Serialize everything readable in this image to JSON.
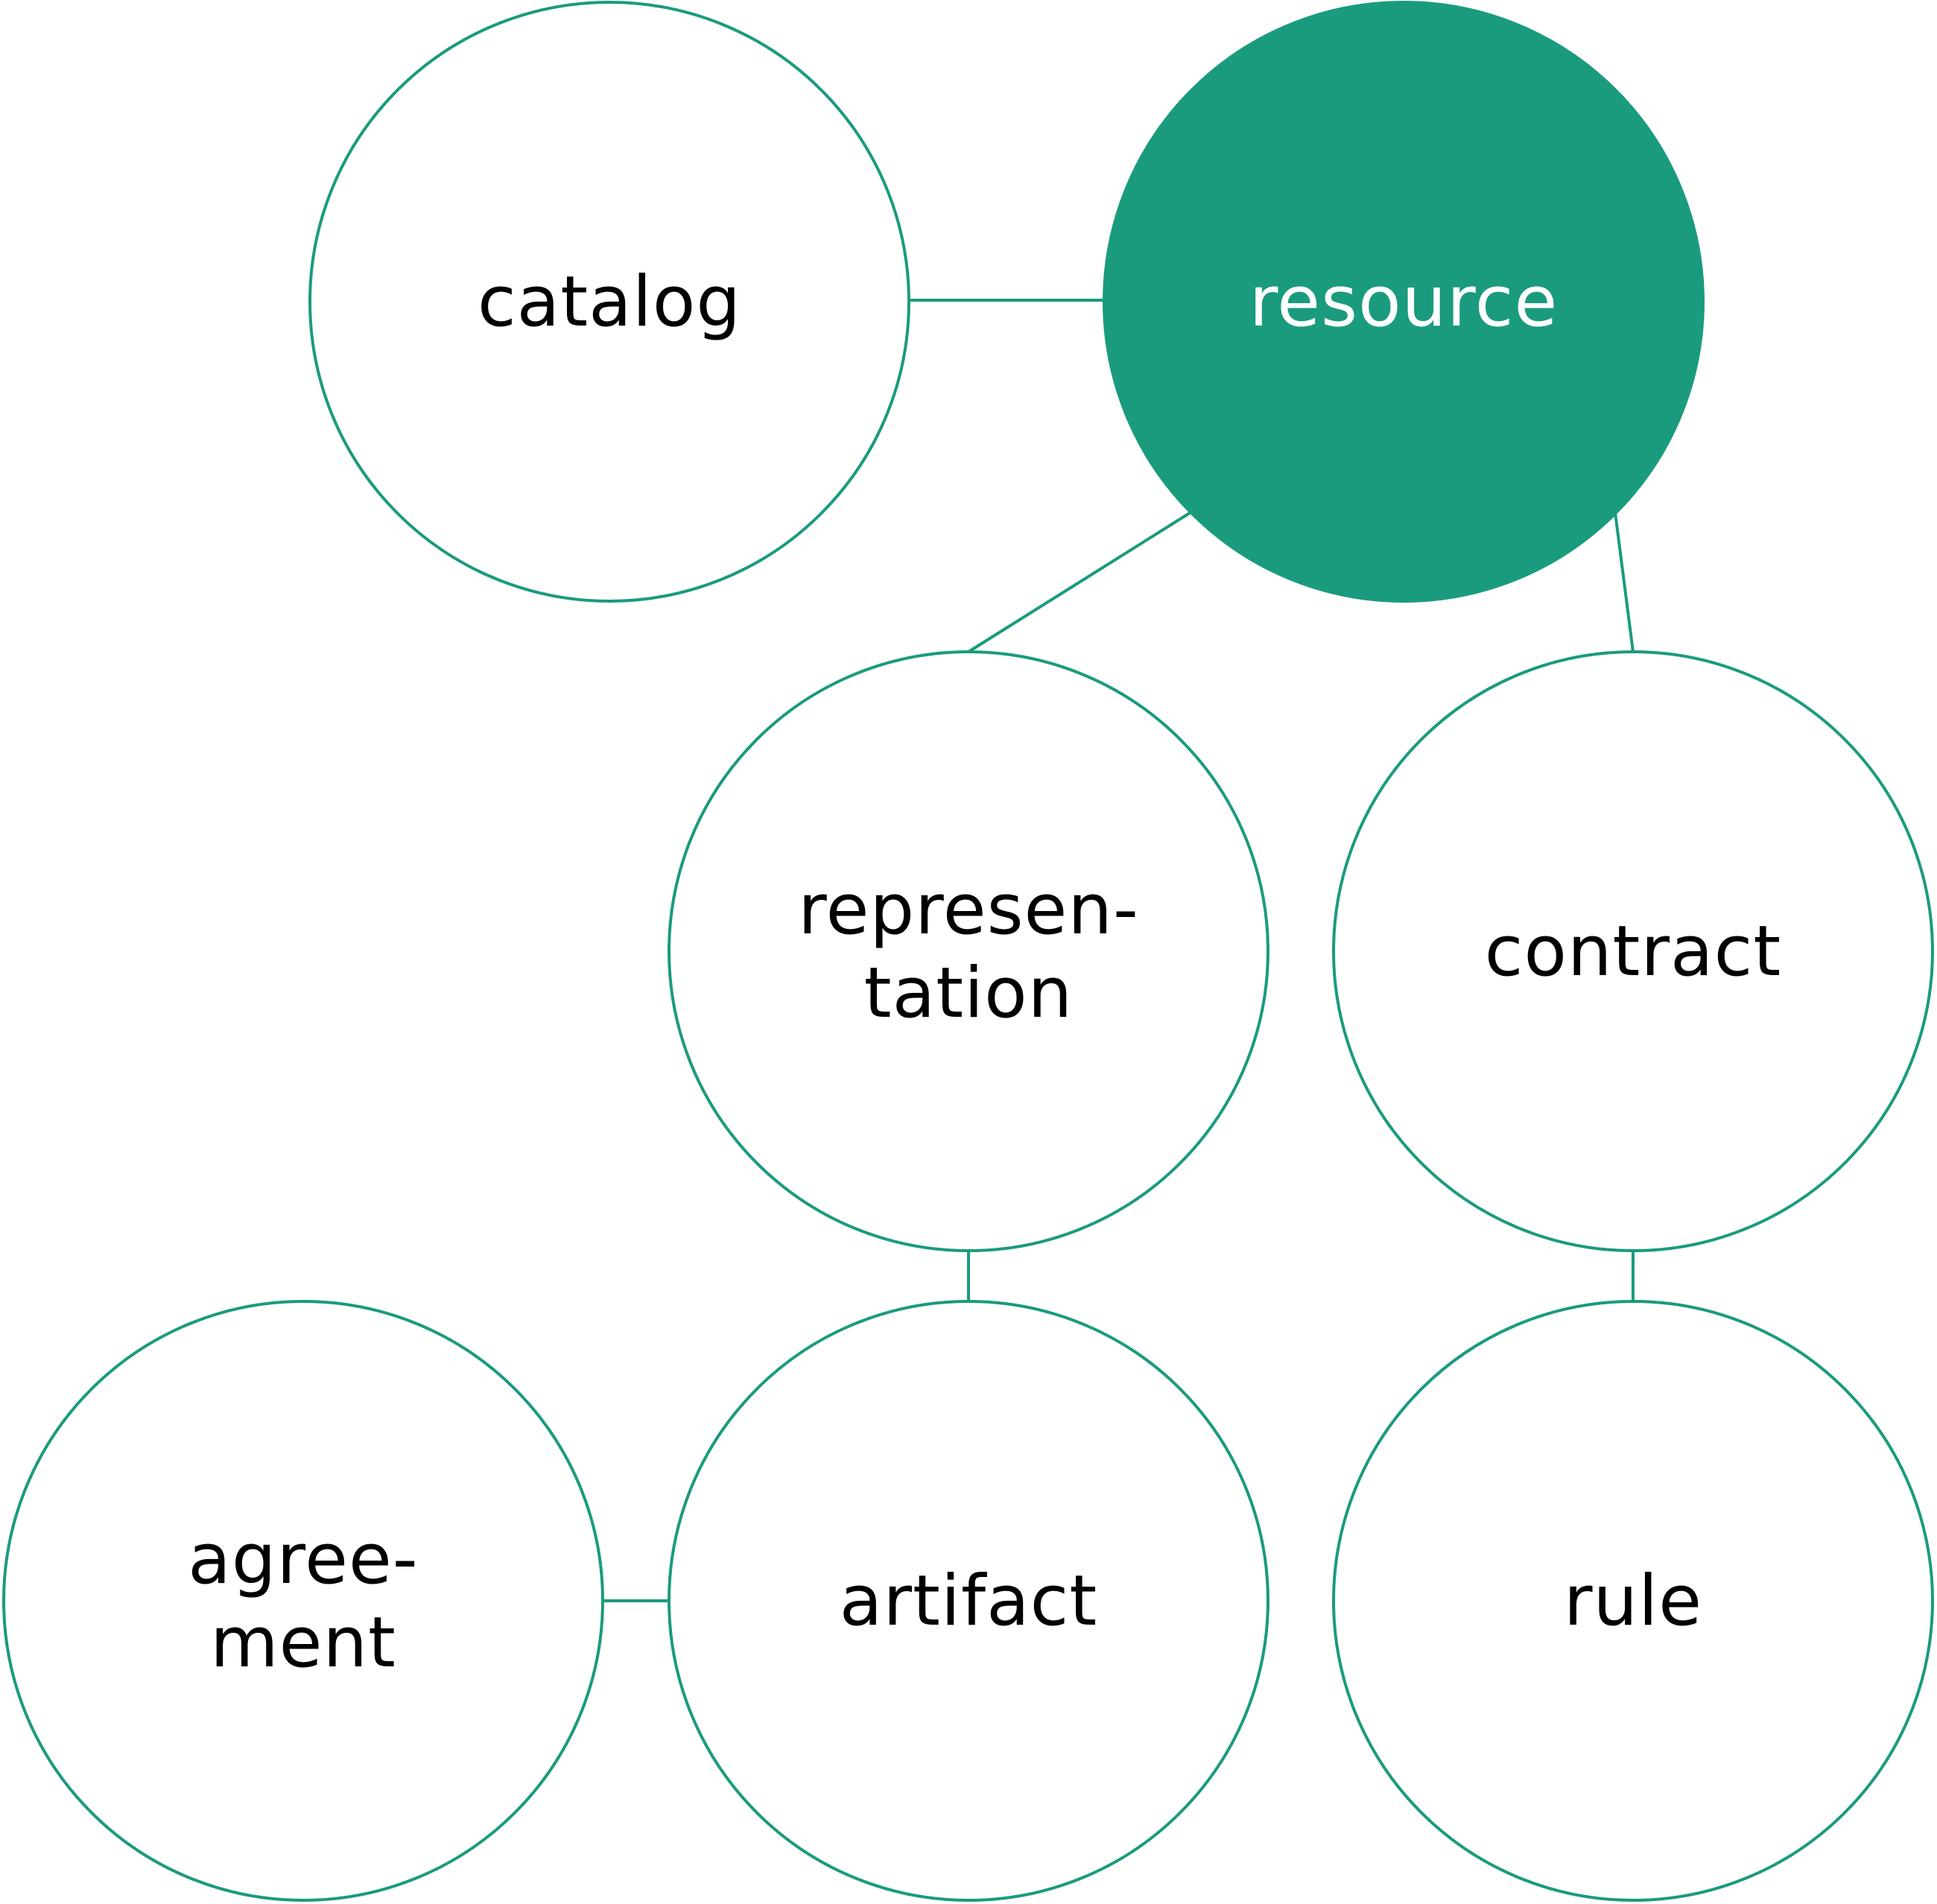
{
  "colors": {
    "accent": "#1a9b7d",
    "background": "#ffffff",
    "text_dark": "#000000",
    "text_on_accent": "#ffffff"
  },
  "nodes": {
    "catalog": {
      "lines": [
        "catalog"
      ],
      "filled": false
    },
    "resource": {
      "lines": [
        "resource"
      ],
      "filled": true
    },
    "representation": {
      "lines": [
        "represen-",
        "tation"
      ],
      "filled": false
    },
    "contract": {
      "lines": [
        "contract"
      ],
      "filled": false
    },
    "agreement": {
      "lines": [
        "agree-",
        "ment"
      ],
      "filled": false
    },
    "artifact": {
      "lines": [
        "artifact"
      ],
      "filled": false
    },
    "rule": {
      "lines": [
        "rule"
      ],
      "filled": false
    }
  },
  "edges": [
    [
      "catalog",
      "resource"
    ],
    [
      "resource",
      "representation"
    ],
    [
      "resource",
      "contract"
    ],
    [
      "representation",
      "artifact"
    ],
    [
      "contract",
      "rule"
    ],
    [
      "agreement",
      "artifact"
    ]
  ]
}
